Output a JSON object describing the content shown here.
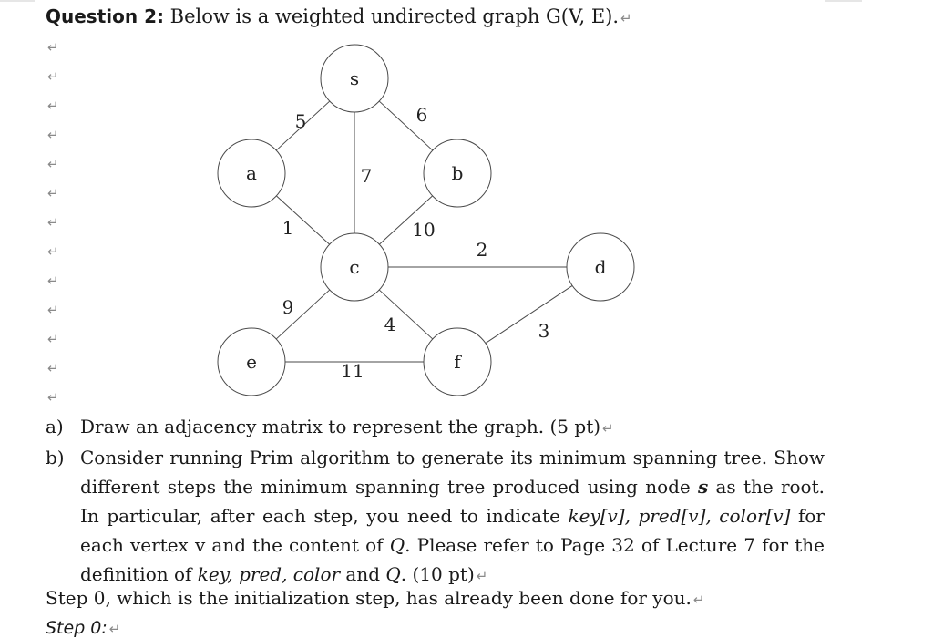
{
  "question": {
    "label": "Question 2:",
    "text": " Below is a weighted undirected graph G(V, E)."
  },
  "paragraph_mark": "↵",
  "graph": {
    "nodes": [
      {
        "id": "s",
        "label": "s"
      },
      {
        "id": "a",
        "label": "a"
      },
      {
        "id": "b",
        "label": "b"
      },
      {
        "id": "c",
        "label": "c"
      },
      {
        "id": "d",
        "label": "d"
      },
      {
        "id": "e",
        "label": "e"
      },
      {
        "id": "f",
        "label": "f"
      }
    ],
    "edges": [
      {
        "from": "s",
        "to": "a",
        "weight": "5"
      },
      {
        "from": "s",
        "to": "b",
        "weight": "6"
      },
      {
        "from": "s",
        "to": "c",
        "weight": "7"
      },
      {
        "from": "a",
        "to": "c",
        "weight": "1"
      },
      {
        "from": "b",
        "to": "c",
        "weight": "10"
      },
      {
        "from": "c",
        "to": "d",
        "weight": "2"
      },
      {
        "from": "c",
        "to": "e",
        "weight": "9"
      },
      {
        "from": "c",
        "to": "f",
        "weight": "4"
      },
      {
        "from": "f",
        "to": "d",
        "weight": "3"
      },
      {
        "from": "e",
        "to": "f",
        "weight": "11"
      }
    ]
  },
  "parts": [
    {
      "letter": "a)",
      "text": "Draw an adjacency matrix to represent the graph. (5 pt)"
    },
    {
      "letter": "b)",
      "text_1": "Consider running Prim algorithm to generate its minimum spanning tree. Show different steps the minimum spanning tree produced using node ",
      "root": "s",
      "text_2": " as the root. In particular, after each step, you need to indicate ",
      "vars": "key[v], pred[v], color[v]",
      "text_3": " for each vertex v and the content of ",
      "q1": "Q",
      "text_4": ". Please refer to Page 32 of Lecture 7 for the definition of ",
      "defs": "key, pred, color",
      "text_5": " and ",
      "q2": "Q",
      "text_6": ". (10 pt)"
    }
  ],
  "step0_note": "Step 0, which is the initialization step, has already been done for you.",
  "step0_label": "Step 0:"
}
